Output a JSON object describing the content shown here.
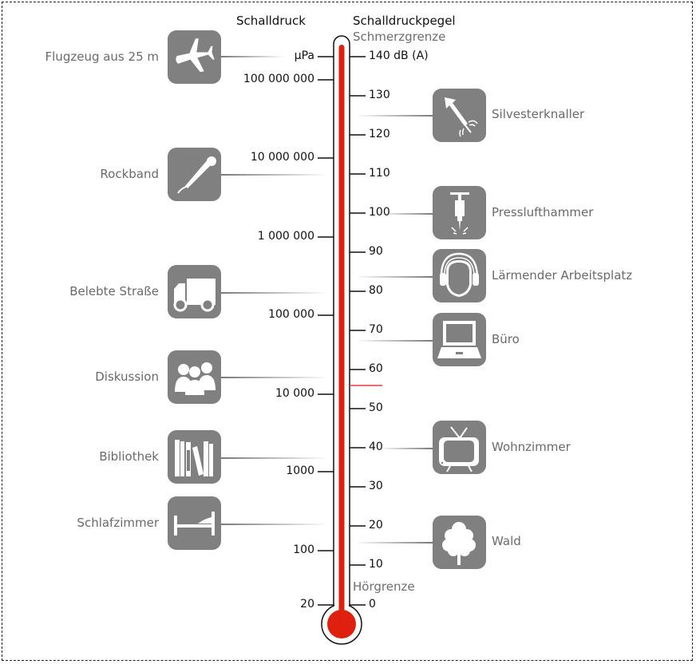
{
  "headers": {
    "pressure_title": "Schalldruck",
    "level_title": "Schalldruckpegel",
    "upper_limit": "Schmerzgrenze",
    "lower_limit": "Hörgrenze"
  },
  "pressure_scale": {
    "unit": "μPa",
    "ticks": [
      "100 000 000",
      "10 000 000",
      "1 000 000",
      "100 000",
      "10 000",
      "1000",
      "100",
      "20"
    ]
  },
  "level_scale": {
    "ticks": [
      "140 dB (A)",
      "130",
      "120",
      "110",
      "100",
      "90",
      "80",
      "70",
      "60",
      "50",
      "40",
      "30",
      "20",
      "10",
      "0"
    ]
  },
  "left_items": [
    {
      "label": "Flugzeug aus 25 m",
      "icon": "airplane-icon"
    },
    {
      "label": "Rockband",
      "icon": "microphone-icon"
    },
    {
      "label": "Belebte Straße",
      "icon": "truck-icon"
    },
    {
      "label": "Diskussion",
      "icon": "people-icon"
    },
    {
      "label": "Bibliothek",
      "icon": "books-icon"
    },
    {
      "label": "Schlafzimmer",
      "icon": "bed-icon"
    }
  ],
  "right_items": [
    {
      "label": "Silvesterknaller",
      "icon": "firework-rocket-icon"
    },
    {
      "label": "Presslufthammer",
      "icon": "jackhammer-icon"
    },
    {
      "label": "Lärmender Arbeitsplatz",
      "icon": "ear-protection-icon"
    },
    {
      "label": "Büro",
      "icon": "laptop-icon"
    },
    {
      "label": "Wohnzimmer",
      "icon": "tv-icon"
    },
    {
      "label": "Wald",
      "icon": "tree-icon"
    }
  ],
  "colors": {
    "mercury": "#e0200f",
    "icon_bg": "#808080",
    "marker_line": "#e04040"
  },
  "chart_data": {
    "type": "thermometer-scale",
    "title_left": "Schalldruck",
    "title_right": "Schalldruckpegel",
    "left_axis": {
      "unit": "μPa",
      "scale": "log",
      "values": [
        100000000,
        10000000,
        1000000,
        100000,
        10000,
        1000,
        100,
        20
      ]
    },
    "right_axis": {
      "unit": "dB (A)",
      "range": [
        0,
        140
      ],
      "step": 10
    },
    "annotations": [
      {
        "text": "Schmerzgrenze",
        "db": 140
      },
      {
        "text": "Hörgrenze",
        "db": 0
      }
    ],
    "sources": [
      {
        "name": "Flugzeug aus 25 m",
        "db": 140
      },
      {
        "name": "Silvesterknaller",
        "db": 125
      },
      {
        "name": "Rockband",
        "db": 115
      },
      {
        "name": "Presslufthammer",
        "db": 100
      },
      {
        "name": "Lärmender Arbeitsplatz",
        "db": 84
      },
      {
        "name": "Belebte Straße",
        "db": 80
      },
      {
        "name": "Büro",
        "db": 68
      },
      {
        "name": "Diskussion",
        "db": 58
      },
      {
        "name": "Wohnzimmer",
        "db": 40
      },
      {
        "name": "Bibliothek",
        "db": 38
      },
      {
        "name": "Schlafzimmer",
        "db": 21
      },
      {
        "name": "Wald",
        "db": 16
      }
    ],
    "marker_db": 55
  }
}
